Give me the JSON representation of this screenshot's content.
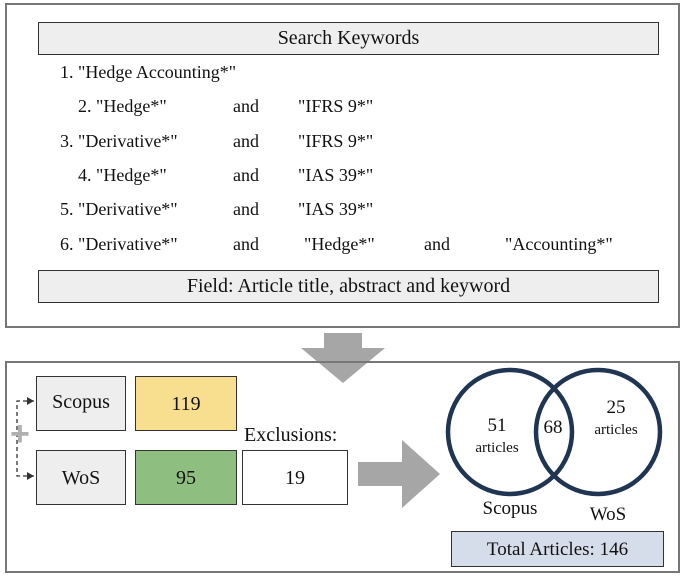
{
  "search": {
    "header": "Search Keywords",
    "rows": [
      {
        "label": "1. \"Hedge Accounting*\""
      },
      {
        "label": "2. \"Hedge*\"",
        "op1": "and",
        "term2": "\"IFRS 9*\""
      },
      {
        "label": "3. \"Derivative*\"",
        "op1": "and",
        "term2": "\"IFRS 9*\""
      },
      {
        "label": "4. \"Hedge*\"",
        "op1": "and",
        "term2": "\"IAS 39*\""
      },
      {
        "label": "5. \"Derivative*\"",
        "op1": "and",
        "term2": "\"IAS 39*\""
      },
      {
        "label": "6. \"Derivative*\"",
        "op1": "and",
        "term2": "\"Hedge*\"",
        "op2": "and",
        "term3": "\"Accounting*\""
      }
    ],
    "field": "Field: Article title, abstract and keyword"
  },
  "databases": {
    "scopus": {
      "label": "Scopus",
      "count": "119",
      "color": "#f7df8f"
    },
    "wos": {
      "label": "WoS",
      "count": "95",
      "color": "#8fbf80"
    },
    "exclusions_label": "Exclusions:",
    "exclusions_count": "19",
    "plus": "+"
  },
  "venn": {
    "left_count": "51",
    "left_unit": "articles",
    "overlap": "68",
    "right_count": "25",
    "right_unit": "articles",
    "left_label": "Scopus",
    "right_label": "WoS",
    "ring_color": "#1f3552"
  },
  "total": {
    "label": "Total Articles: 146",
    "color": "#d5dcea"
  }
}
